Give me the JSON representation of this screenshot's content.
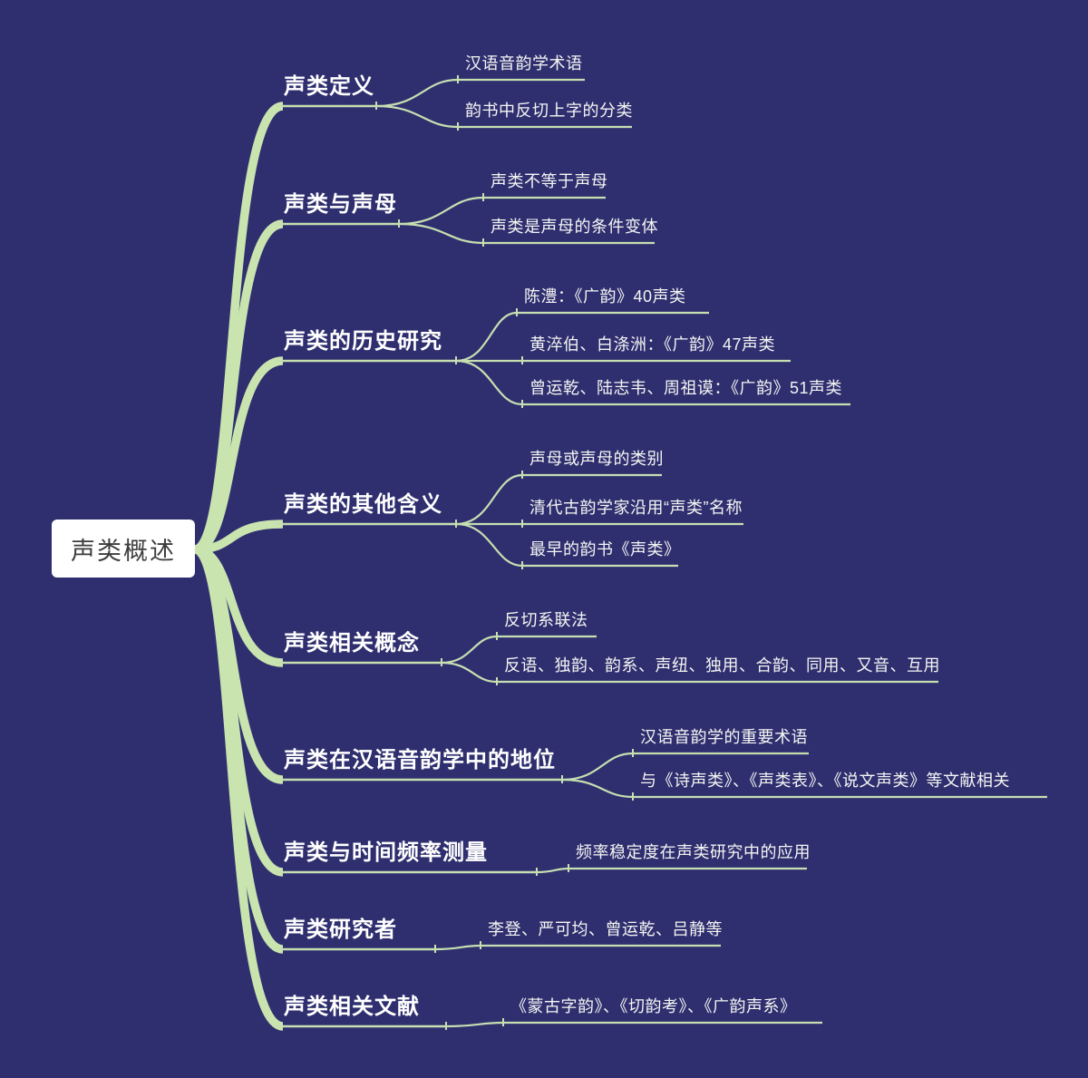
{
  "colors": {
    "background": "#2f2f70",
    "branch_curve_green": "#c9e4ae",
    "node_line_green": "#c6dfb0",
    "root_background": "#ffffff",
    "root_text": "#3d3d3d",
    "label_text": "#ffffff"
  },
  "root": {
    "label": "声类概述"
  },
  "branches": [
    {
      "label": "声类定义",
      "children": [
        {
          "label": "汉语音韵学术语"
        },
        {
          "label": "韵书中反切上字的分类"
        }
      ]
    },
    {
      "label": "声类与声母",
      "children": [
        {
          "label": "声类不等于声母"
        },
        {
          "label": "声类是声母的条件变体"
        }
      ]
    },
    {
      "label": "声类的历史研究",
      "children": [
        {
          "label": "陈澧：《广韵》40声类"
        },
        {
          "label": "黄淬伯、白涤洲：《广韵》47声类"
        },
        {
          "label": "曾运乾、陆志韦、周祖谟：《广韵》51声类"
        }
      ]
    },
    {
      "label": "声类的其他含义",
      "children": [
        {
          "label": "声母或声母的类别"
        },
        {
          "label": "清代古韵学家沿用“声类”名称"
        },
        {
          "label": "最早的韵书《声类》"
        }
      ]
    },
    {
      "label": "声类相关概念",
      "children": [
        {
          "label": "反切系联法"
        },
        {
          "label": "反语、独韵、韵系、声纽、独用、合韵、同用、又音、互用"
        }
      ]
    },
    {
      "label": "声类在汉语音韵学中的地位",
      "children": [
        {
          "label": "汉语音韵学的重要术语"
        },
        {
          "label": "与《诗声类》、《声类表》、《说文声类》等文献相关"
        }
      ]
    },
    {
      "label": "声类与时间频率测量",
      "children": [
        {
          "label": "频率稳定度在声类研究中的应用"
        }
      ]
    },
    {
      "label": "声类研究者",
      "children": [
        {
          "label": "李登、严可均、曾运乾、吕静等"
        }
      ]
    },
    {
      "label": "声类相关文献",
      "children": [
        {
          "label": "《蒙古字韵》、《切韵考》、《广韵声系》"
        }
      ]
    }
  ]
}
